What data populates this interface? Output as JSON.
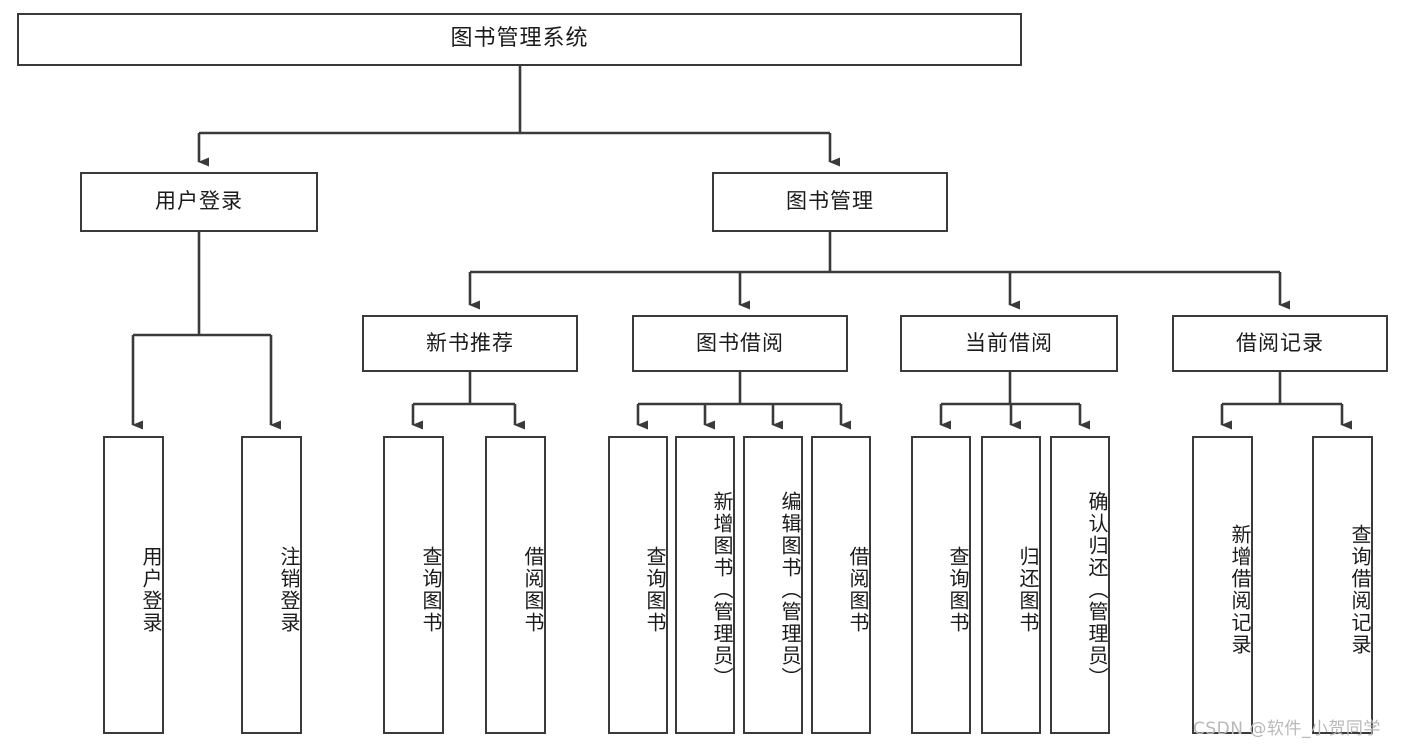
{
  "diagram": {
    "type": "tree-hierarchy-chart",
    "title": "图书管理系统",
    "orientation": "top-down",
    "style": {
      "box_fill": "#ffffff",
      "box_border": "#3a3a3a",
      "connector_color": "#3a3a3a",
      "text_color": "#1b1b1b",
      "background": "#ffffff"
    },
    "root": {
      "label": "图书管理系统"
    },
    "level1": [
      {
        "label": "用户登录"
      },
      {
        "label": "图书管理"
      }
    ],
    "level2": [
      {
        "label": "新书推荐"
      },
      {
        "label": "图书借阅"
      },
      {
        "label": "当前借阅"
      },
      {
        "label": "借阅记录"
      }
    ],
    "leaves": {
      "user_login": [
        {
          "label": "用户登录"
        },
        {
          "label": "注销登录"
        }
      ],
      "new_book_recommend": [
        {
          "label": "查询图书"
        },
        {
          "label": "借阅图书"
        }
      ],
      "book_borrow": [
        {
          "label": "查询图书"
        },
        {
          "label": "新增图书（管理员）"
        },
        {
          "label": "编辑图书（管理员）"
        },
        {
          "label": "借阅图书"
        }
      ],
      "current_borrow": [
        {
          "label": "查询图书"
        },
        {
          "label": "归还图书"
        },
        {
          "label": "确认归还（管理员）"
        }
      ],
      "borrow_record": [
        {
          "label": "新增借阅记录"
        },
        {
          "label": "查询借阅记录"
        }
      ]
    }
  },
  "watermark": {
    "text": "CSDN @软件_小贺同学"
  }
}
